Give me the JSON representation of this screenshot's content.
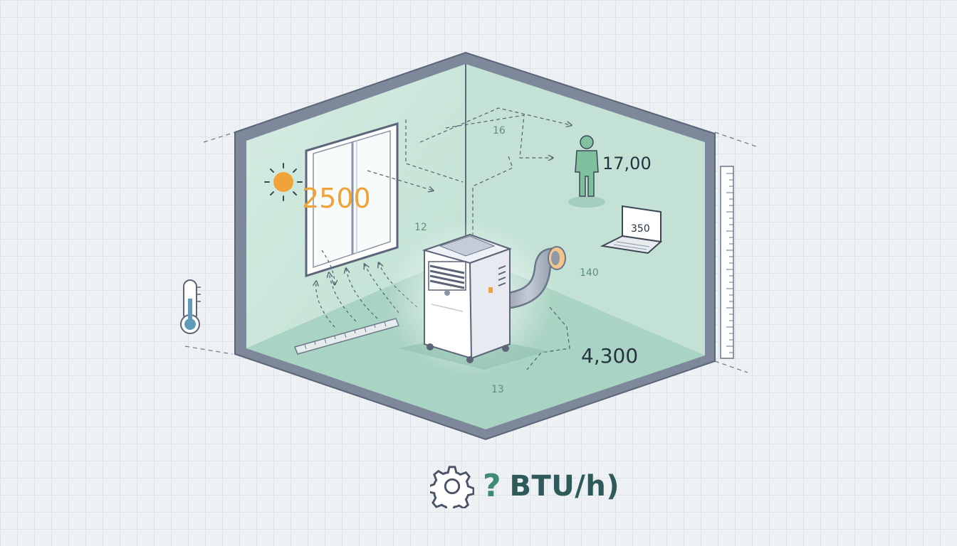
{
  "labels": {
    "sun_heat": "2500",
    "dist_top": "16",
    "dist_wall": "12",
    "person_heat": "17,00",
    "laptop_heat": "350",
    "hose_len": "140",
    "floor_value": "4,300",
    "floor_dim": "13"
  },
  "result": {
    "question": "?",
    "unit": "BTU/h)"
  },
  "colors": {
    "wall_fill": "#cfe7dc",
    "floor_fill": "#a9d3c2",
    "frame": "#6a7689",
    "sun": "#f0a33a",
    "accent": "#3f8a72"
  },
  "icons": [
    "sun-icon",
    "thermometer-icon",
    "person-icon",
    "laptop-icon",
    "air-conditioner-icon",
    "gear-icon",
    "ruler-icon"
  ]
}
